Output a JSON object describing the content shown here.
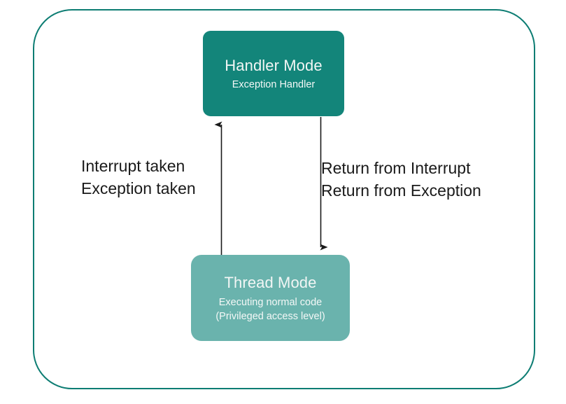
{
  "diagram": {
    "frame": {
      "name": "processor-mode-frame",
      "border_color": "#0d7d73"
    },
    "nodes": [
      {
        "id": "handler-mode",
        "title": "Handler Mode",
        "subtitle_lines": [
          "Exception Handler"
        ],
        "fill_color": "#13857a",
        "text_color": "#ffffff"
      },
      {
        "id": "thread-mode",
        "title": "Thread Mode",
        "subtitle_lines": [
          "Executing normal code",
          "(Privileged access level)"
        ],
        "fill_color": "#6ab3ad",
        "text_color": "#ffffff"
      }
    ],
    "edges": [
      {
        "id": "thread-to-handler",
        "direction": "up",
        "from": "thread-mode",
        "to": "handler-mode",
        "label_lines": [
          "Interrupt taken",
          "Exception taken"
        ],
        "line_color": "#1a1a1a"
      },
      {
        "id": "handler-to-thread",
        "direction": "down",
        "from": "handler-mode",
        "to": "thread-mode",
        "label_lines": [
          "Return from Interrupt",
          "Return from Exception"
        ],
        "line_color": "#1a1a1a"
      }
    ],
    "labels": {
      "interrupt_taken_line1": "Interrupt taken",
      "interrupt_taken_line2": "Exception taken",
      "return_line1": "Return from Interrupt",
      "return_line2": "Return from Exception"
    },
    "handler": {
      "title": "Handler Mode",
      "subtitle": "Exception Handler"
    },
    "thread": {
      "title": "Thread Mode",
      "subtitle_1": "Executing normal code",
      "subtitle_2": "(Privileged access level)"
    }
  }
}
